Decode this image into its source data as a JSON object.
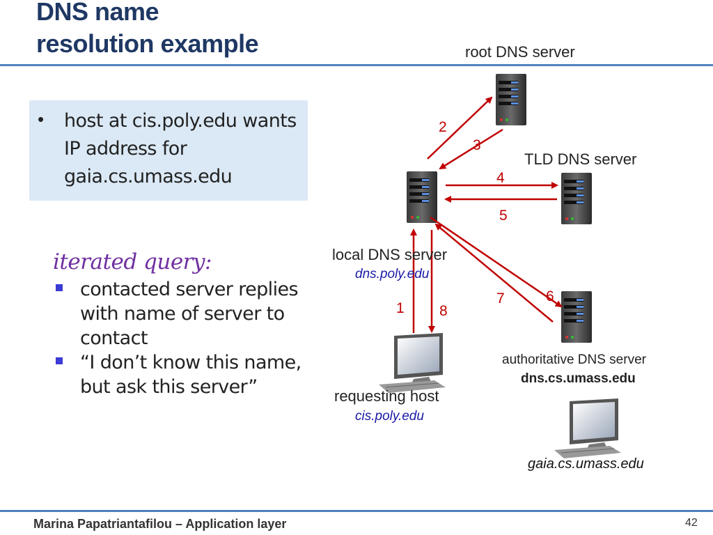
{
  "title": {
    "line1": "DNS name",
    "line2": "resolution example"
  },
  "info": {
    "bullet": "•",
    "text": "host at cis.poly.edu wants IP address for gaia.cs.umass.edu"
  },
  "iterated": {
    "title": "iterated query:",
    "items": [
      "contacted server replies with name of server to contact",
      "“I don’t know this name, but ask this server”"
    ]
  },
  "nodes": {
    "root": {
      "label": "root DNS server"
    },
    "tld": {
      "label": "TLD DNS server"
    },
    "local": {
      "label": "local DNS server",
      "sublabel": "dns.poly.edu"
    },
    "auth": {
      "label": "authoritative DNS server",
      "sublabel": "dns.cs.umass.edu"
    },
    "requesting": {
      "label": "requesting host",
      "sublabel": "cis.poly.edu"
    },
    "gaia": {
      "label": "gaia.cs.umass.edu"
    }
  },
  "steps": [
    "1",
    "2",
    "3",
    "4",
    "5",
    "6",
    "7",
    "8"
  ],
  "colors": {
    "title": "#1f3864",
    "rule": "#4f81bd",
    "arrow": "#c00000",
    "box": "#dbe9f6",
    "italic_title": "#7030a0"
  },
  "footer": {
    "author": "Marina Papatriantafilou –  Application layer",
    "page": "42"
  }
}
